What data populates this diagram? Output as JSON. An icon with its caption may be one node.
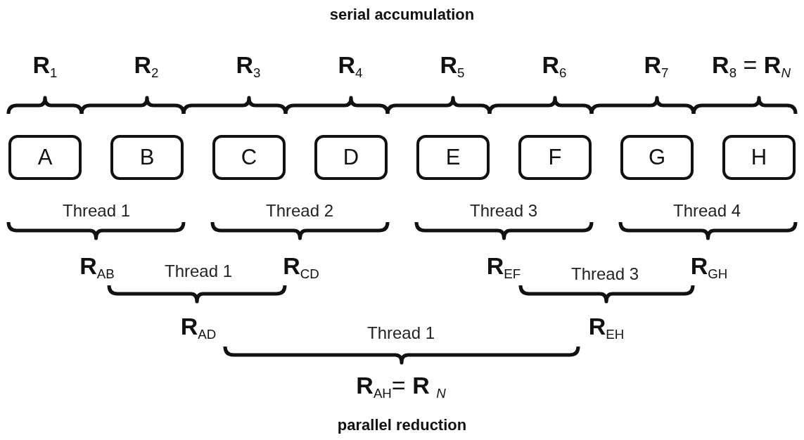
{
  "diagram": {
    "title": "serial accumulation",
    "caption": "parallel reduction",
    "nodes": [
      {
        "text": [
          "A"
        ]
      },
      {
        "text": [
          "B"
        ]
      },
      {
        "text": [
          "C"
        ]
      },
      {
        "text": [
          "D"
        ]
      },
      {
        "text": [
          "E"
        ]
      },
      {
        "text": [
          "F"
        ]
      },
      {
        "text": [
          "G"
        ]
      },
      {
        "text": [
          "H"
        ]
      }
    ],
    "labels": [
      "**R**$_{1}$",
      "**R**$_{2}$",
      "**R**$_{3}$",
      "**R**$_{4}$",
      "**R**$_{5}$",
      "**R**$_{6}$",
      "**R**$_{7}$",
      "**R**$_{8}$ = **R**$_{N}$",
      "Thread 1",
      "Thread 2",
      "Thread 3",
      "Thread 4",
      "**R**$_{AB}$",
      "Thread 1",
      "**R**$_{CD}$",
      "**R**$_{EF}$",
      "Thread 3",
      "**R**$_{GH}$",
      "**R**$_{AD}$",
      "Thread 1",
      "**R**$_{EH}$",
      "**R**$_{AH}$= **R** $_{N}$"
    ]
  }
}
